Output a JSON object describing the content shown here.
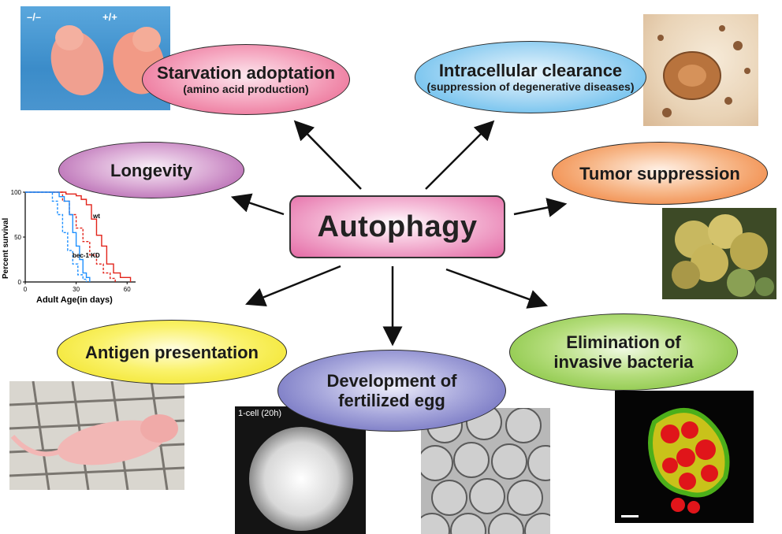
{
  "center": {
    "label": "Autophagy"
  },
  "functions": {
    "starvation": {
      "title": "Starvation adoptation",
      "subtitle": "(amino acid production)"
    },
    "clearance": {
      "title": "Intracellular clearance",
      "subtitle": "(suppression of degenerative diseases)"
    },
    "longevity": {
      "title": "Longevity"
    },
    "tumor": {
      "title": "Tumor suppression"
    },
    "antigen": {
      "title": "Antigen presentation"
    },
    "development": {
      "line1": "Development of",
      "line2": "fertilized egg"
    },
    "bacteria": {
      "line1": "Elimination of",
      "line2": "invasive bacteria"
    }
  },
  "mouse_photo": {
    "label_left": "–/–",
    "label_right": "+/+"
  },
  "embryo_photo": {
    "label": "1-cell (20h)"
  },
  "chart_data": {
    "type": "line",
    "title": "",
    "xlabel": "Adult Age(in days)",
    "ylabel": "Percent survival",
    "xlim": [
      0,
      65
    ],
    "ylim": [
      0,
      100
    ],
    "x_ticks": [
      "0",
      "30",
      "60"
    ],
    "y_ticks": [
      "0",
      "50",
      "100"
    ],
    "annotations": [
      "wt",
      "bec-1 KD"
    ],
    "series": [
      {
        "color": "#e2231a",
        "style": "solid",
        "points": [
          [
            0,
            100
          ],
          [
            20,
            100
          ],
          [
            24,
            98
          ],
          [
            30,
            96
          ],
          [
            33,
            92
          ],
          [
            36,
            86
          ],
          [
            39,
            70
          ],
          [
            42,
            52
          ],
          [
            45,
            40
          ],
          [
            48,
            20
          ],
          [
            52,
            10
          ],
          [
            56,
            5
          ],
          [
            62,
            0
          ]
        ]
      },
      {
        "color": "#e2231a",
        "style": "dashed",
        "points": [
          [
            0,
            100
          ],
          [
            18,
            100
          ],
          [
            22,
            90
          ],
          [
            26,
            75
          ],
          [
            30,
            60
          ],
          [
            34,
            45
          ],
          [
            38,
            30
          ],
          [
            42,
            20
          ],
          [
            46,
            10
          ],
          [
            50,
            4
          ],
          [
            53,
            0
          ]
        ]
      },
      {
        "color": "#1e90ff",
        "style": "solid",
        "points": [
          [
            0,
            100
          ],
          [
            16,
            100
          ],
          [
            20,
            95
          ],
          [
            23,
            90
          ],
          [
            26,
            75
          ],
          [
            28,
            55
          ],
          [
            30,
            40
          ],
          [
            32,
            25
          ],
          [
            34,
            10
          ],
          [
            36,
            5
          ],
          [
            38,
            0
          ]
        ]
      },
      {
        "color": "#1e90ff",
        "style": "dashed",
        "points": [
          [
            0,
            100
          ],
          [
            13,
            100
          ],
          [
            16,
            90
          ],
          [
            19,
            75
          ],
          [
            22,
            55
          ],
          [
            25,
            35
          ],
          [
            28,
            20
          ],
          [
            31,
            8
          ],
          [
            34,
            3
          ],
          [
            36,
            0
          ]
        ]
      }
    ]
  }
}
